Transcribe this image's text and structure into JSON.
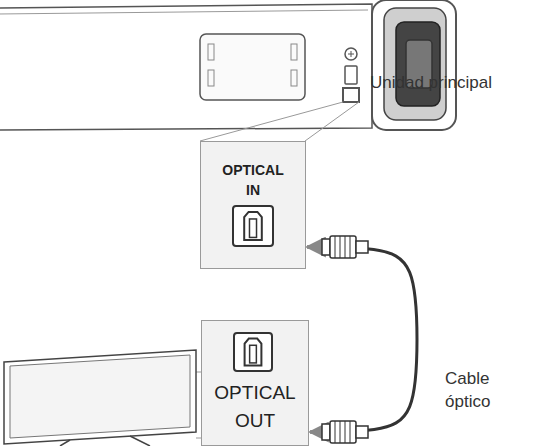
{
  "diagram": {
    "nodes": [
      {
        "text": [
          "OPTICAL IN"
        ]
      },
      {
        "text": [
          "OPTICAL OUT"
        ]
      }
    ],
    "edges": [
      {
        "from": 1,
        "to": 0,
        "arrow": "both"
      }
    ],
    "labels": [
      "Unidad principal",
      "Cable óptico"
    ]
  }
}
